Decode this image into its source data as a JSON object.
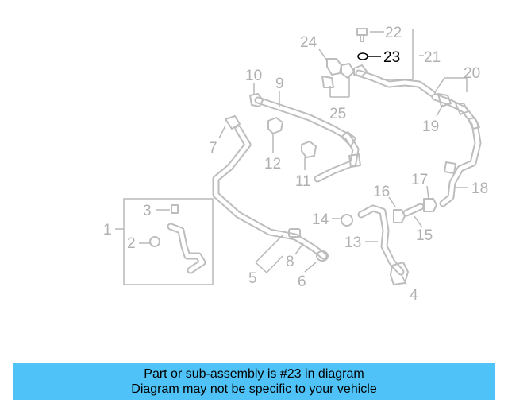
{
  "diagram": {
    "highlighted_part": "23",
    "labels": {
      "l1": "1",
      "l2": "2",
      "l3": "3",
      "l4": "4",
      "l5": "5",
      "l6": "6",
      "l7": "7",
      "l8": "8",
      "l9": "9",
      "l10": "10",
      "l11": "11",
      "l12": "12",
      "l13": "13",
      "l14": "14",
      "l15": "15",
      "l16": "16",
      "l17": "17",
      "l18": "18",
      "l19": "19",
      "l20": "20",
      "l21": "21",
      "l22": "22",
      "l23": "23",
      "l24": "24",
      "l25": "25"
    }
  },
  "banner": {
    "line1": "Part or sub-assembly is #23 in diagram",
    "line2": "Diagram may not be specific to your vehicle",
    "background_color": "#4fc3f7"
  }
}
